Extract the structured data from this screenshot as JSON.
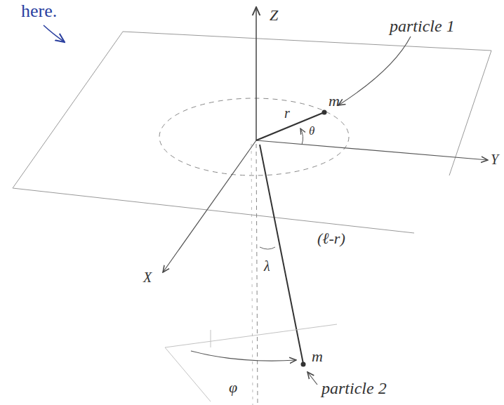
{
  "diagram": {
    "labels": [
      "here.",
      "Z",
      "particle 1",
      "m",
      "r",
      "θ",
      "Y",
      "X",
      "(ℓ-r)",
      "λ",
      "m",
      "φ",
      "particle 2"
    ]
  }
}
